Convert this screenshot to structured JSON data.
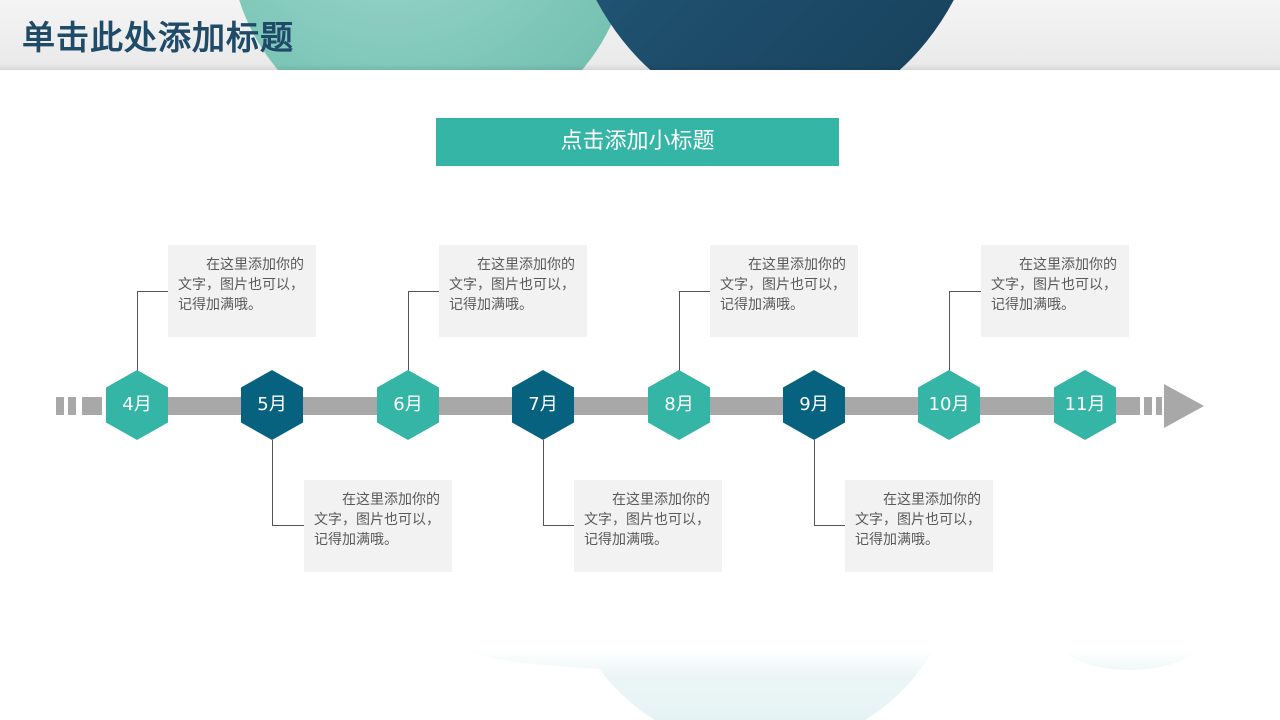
{
  "title": "单击此处添加标题",
  "subtitle": "点击添加小标题",
  "colors": {
    "teal": "#35b5a6",
    "navy": "#07627f",
    "title": "#1f4b68",
    "bar": "#a8a8a8"
  },
  "timeline": {
    "nodes": [
      {
        "label": "4月",
        "color": "teal"
      },
      {
        "label": "5月",
        "color": "navy"
      },
      {
        "label": "6月",
        "color": "teal"
      },
      {
        "label": "7月",
        "color": "navy"
      },
      {
        "label": "8月",
        "color": "teal"
      },
      {
        "label": "9月",
        "color": "navy"
      },
      {
        "label": "10月",
        "color": "teal"
      },
      {
        "label": "11月",
        "color": "teal"
      }
    ],
    "notes": [
      {
        "text": "在这里添加你的文字，图片也可以，记得加满哦。"
      },
      {
        "text": "在这里添加你的文字，图片也可以，记得加满哦。"
      },
      {
        "text": "在这里添加你的文字，图片也可以，记得加满哦。"
      },
      {
        "text": "在这里添加你的文字，图片也可以，记得加满哦。"
      },
      {
        "text": "在这里添加你的文字，图片也可以，记得加满哦。"
      },
      {
        "text": "在这里添加你的文字，图片也可以，记得加满哦。"
      },
      {
        "text": "在这里添加你的文字，图片也可以，记得加满哦。"
      }
    ]
  }
}
